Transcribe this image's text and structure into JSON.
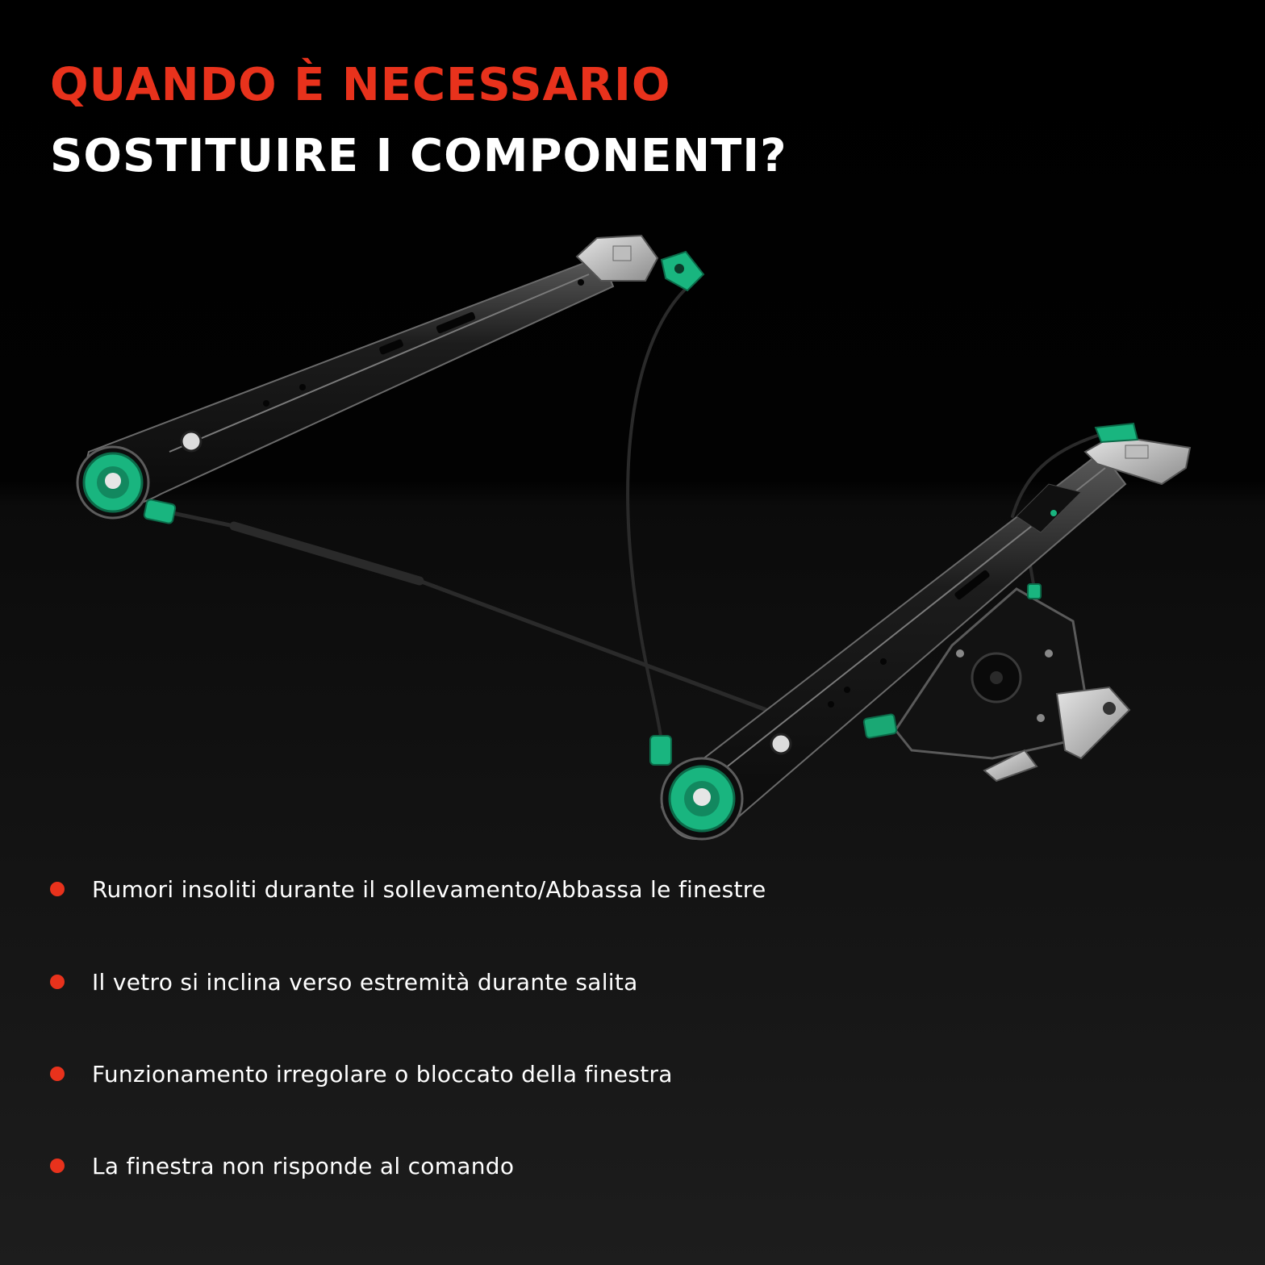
{
  "headline": {
    "line1": "QUANDO È NECESSARIO",
    "line2": "SOSTITUIRE I COMPONENTI?"
  },
  "colors": {
    "accent": "#e8321c",
    "text": "#ffffff",
    "background": "#000000",
    "part_green": "#19b57f"
  },
  "product_image": {
    "icon": "window-regulator-illustration"
  },
  "symptoms": [
    "Rumori insoliti durante il sollevamento/Abbassa le finestre",
    "Il vetro si inclina verso estremità durante salita",
    "Funzionamento irregolare o bloccato della finestra",
    "La finestra non risponde al comando"
  ]
}
